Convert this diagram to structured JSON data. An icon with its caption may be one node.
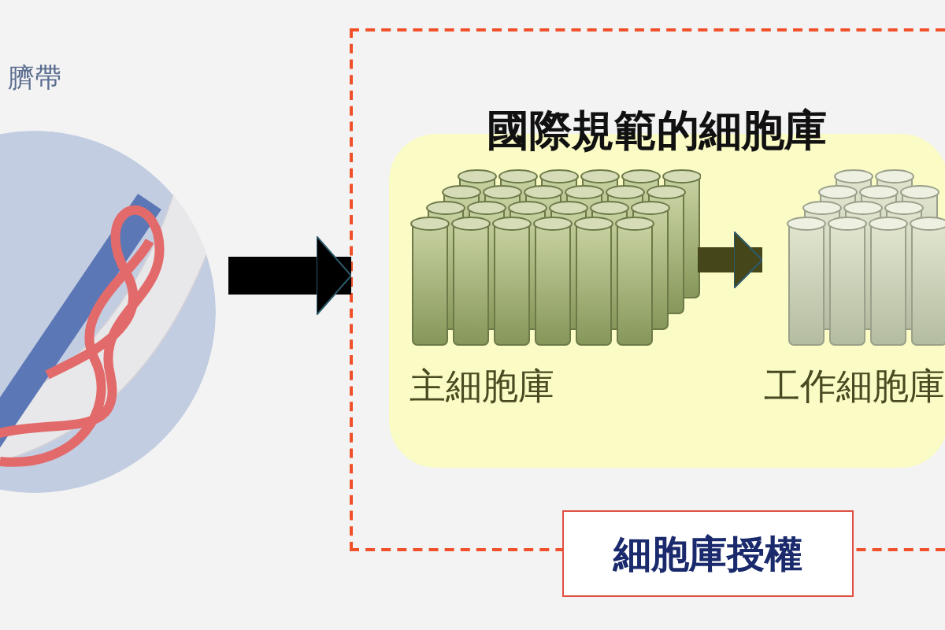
{
  "diagram": {
    "nodes": [
      {
        "text": [
          "臍帶"
        ]
      },
      {
        "text": [
          "細胞庫授權"
        ]
      },
      {
        "text": [
          "國際規範的細胞庫"
        ],
        "in": 1
      },
      {
        "text": [
          "主細胞庫"
        ],
        "in": 2
      },
      {
        "text": [
          "工作細胞庫"
        ],
        "in": 2
      }
    ],
    "edges": [
      {
        "from": 0,
        "to": 1,
        "arrow": "to"
      },
      {
        "from": 3,
        "to": 4,
        "arrow": "to"
      }
    ]
  }
}
